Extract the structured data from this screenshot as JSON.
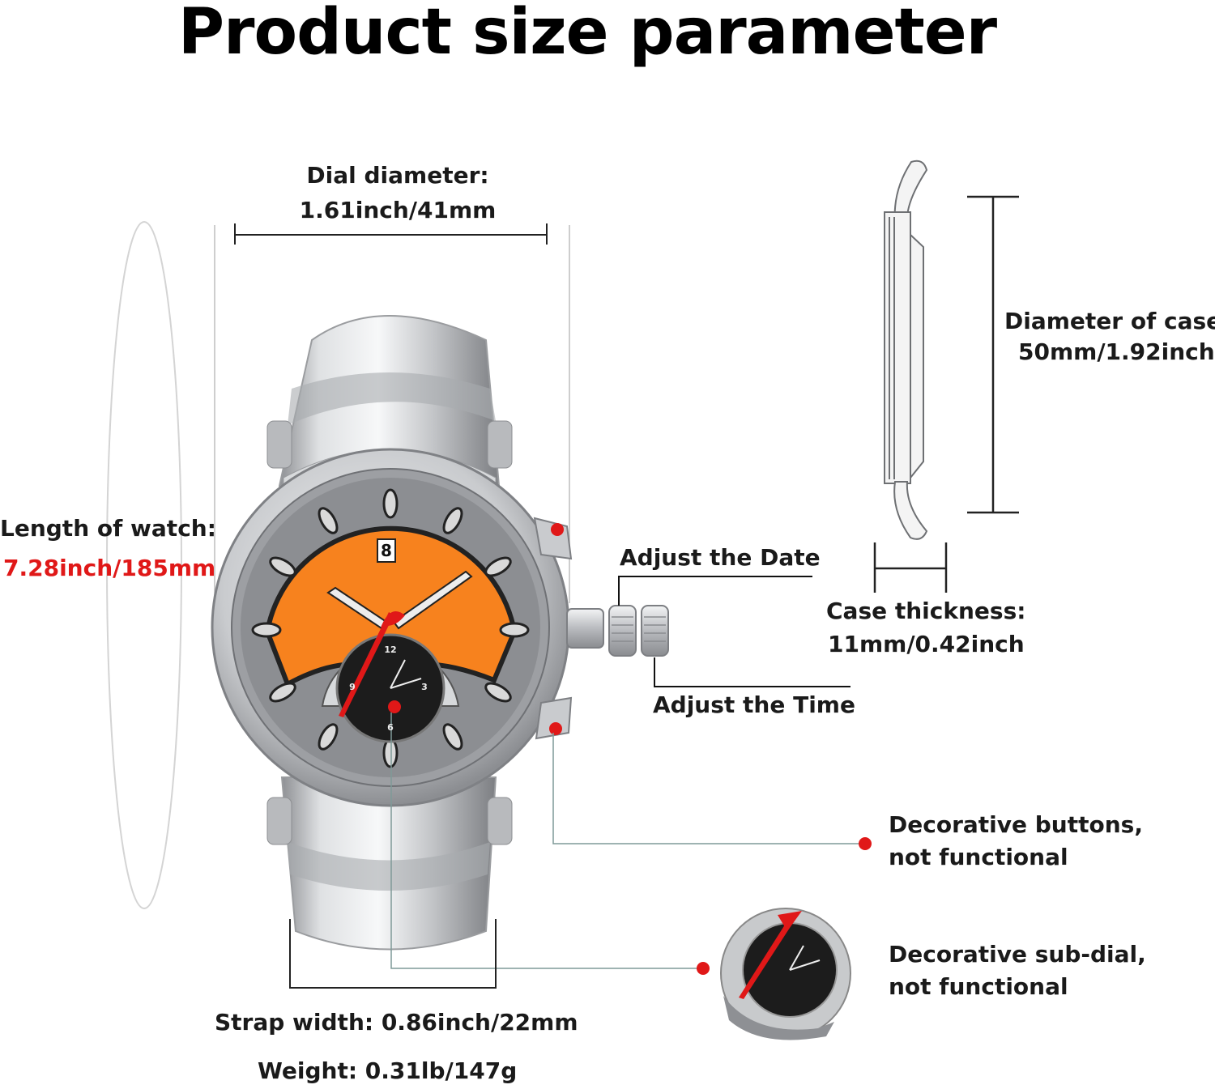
{
  "title": "Product size parameter",
  "dial_diameter": {
    "label": "Dial diameter:",
    "value": "1.61inch/41mm"
  },
  "length_of_watch": {
    "label": "Length of watch:",
    "value": "7.28inch/185mm"
  },
  "diameter_of_case": {
    "label": "Diameter of case:",
    "value": "50mm/1.92inch"
  },
  "adjust_date": "Adjust the Date",
  "adjust_time": "Adjust the Time",
  "case_thickness": {
    "label": "Case thickness:",
    "value": "11mm/0.42inch"
  },
  "decorative_buttons": {
    "line1": "Decorative buttons,",
    "line2": "not functional"
  },
  "decorative_subdial": {
    "line1": "Decorative sub-dial,",
    "line2": "not functional"
  },
  "strap_width": {
    "label": "Strap width:",
    "value": "0.86inch/22mm"
  },
  "weight": {
    "label": "Weight:",
    "value": "0.31lb/147g"
  },
  "date_window_value": "8",
  "subdial_numerals": [
    "12",
    "3",
    "6",
    "9"
  ],
  "colors": {
    "dial_orange": "#f7821e",
    "accent_red": "#e01818",
    "steel": "#c7c9cc",
    "subdial_black": "#1c1c1c"
  }
}
